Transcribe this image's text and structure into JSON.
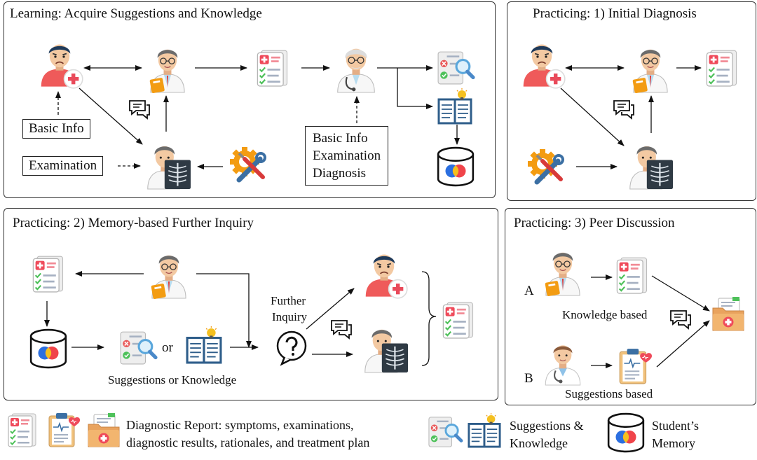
{
  "panels": {
    "learning": {
      "title": "Learning: Acquire Suggestions and Knowledge"
    },
    "initial": {
      "title": "Practicing: 1) Initial Diagnosis"
    },
    "memory": {
      "title": "Practicing: 2) Memory-based Further Inquiry"
    },
    "peer": {
      "title": "Practicing: 3) Peer Discussion"
    }
  },
  "learning": {
    "basic_info": "Basic Info",
    "examination": "Examination",
    "expert_lines": [
      "Basic Info",
      "Examination",
      "Diagnosis"
    ]
  },
  "memory": {
    "or": "or",
    "caption": "Suggestions or Knowledge",
    "further_inquiry": [
      "Further",
      "Inquiry"
    ]
  },
  "peer": {
    "label_a": "A",
    "label_b": "B",
    "knowledge_based": "Knowledge based",
    "suggestions_based": "Suggestions based"
  },
  "legend": {
    "report_line1": "Diagnostic Report: symptoms, examinations,",
    "report_line2": "diagnostic results, rationales, and treatment plan",
    "sk_line1": "Suggestions &",
    "sk_line2": "Knowledge",
    "mem_line1": "Student’s",
    "mem_line2": "Memory"
  },
  "colors": {
    "report_red": "#ef4a5a",
    "check_green": "#4ec15a",
    "skin": "#f3c9a2",
    "shirt_red": "#ef5a5a",
    "coat": "#f7f7f7",
    "book_blue": "#2e5d8a",
    "gear_orange": "#f39c12",
    "tool_blue": "#3b6fa3",
    "memory_blue": "#2b6fe0",
    "memory_red": "#f0444a",
    "memory_yellow": "#f4c020"
  }
}
